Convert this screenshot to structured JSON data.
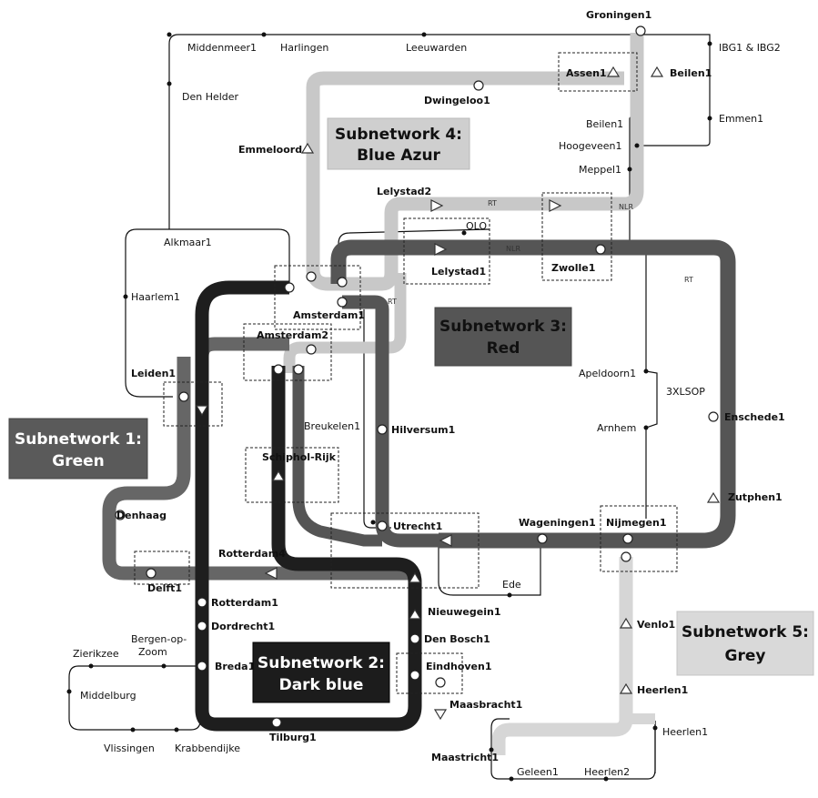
{
  "subnetworks": {
    "s1": {
      "line1": "Subnetwork 1:",
      "line2": "Green",
      "color": "#666666"
    },
    "s2": {
      "line1": "Subnetwork 2:",
      "line2": "Dark blue",
      "color": "#222222"
    },
    "s3": {
      "line1": "Subnetwork 3:",
      "line2": "Red",
      "color": "#555555"
    },
    "s4": {
      "line1": "Subnetwork 4:",
      "line2": "Blue Azur",
      "color": "#c8c8c8"
    },
    "s5": {
      "line1": "Subnetwork 5:",
      "line2": "Grey",
      "color": "#d6d6d6"
    }
  },
  "stations": {
    "groningen1": "Groningen1",
    "ibg": "IBG1 & IBG2",
    "middenmeer1": "Middenmeer1",
    "harlingen": "Harlingen",
    "leeuwarden": "Leeuwarden",
    "assen1": "Assen1",
    "beilen1_top": "Beilen1",
    "dwingeloo1": "Dwingeloo1",
    "den_helder": "Den Helder",
    "beilen1": "Beilen1",
    "emmen1": "Emmen1",
    "hoogeveen1": "Hoogeveen1",
    "emmeloord": "Emmeloord",
    "meppel1": "Meppel1",
    "lelystad2": "Lelystad2",
    "olo": "OLO",
    "alkmaar1": "Alkmaar1",
    "lelystad1": "Lelystad1",
    "zwolle1": "Zwolle1",
    "haarlem1": "Haarlem1",
    "amsterdam1": "Amsterdam1",
    "amsterdam2": "Amsterdam2",
    "leiden1": "Leiden1",
    "apeldoorn1": "Apeldoorn1",
    "xxlsop": "3XLSOP",
    "enschede1": "Enschede1",
    "breukelen1": "Breukelen1",
    "hilversum1": "Hilversum1",
    "arnhem": "Arnhem",
    "schiphol_rijk": "Schiphol-Rijk",
    "zutphen1": "Zutphen1",
    "denhaag": "Denhaag",
    "utrecht1": "Utrecht1",
    "wageningen1": "Wageningen1",
    "nijmegen1": "Nijmegen1",
    "rotterdam4": "Rotterdam4",
    "delft1": "Delft1",
    "ede": "Ede",
    "rotterdam1": "Rotterdam1",
    "nieuwegein1": "Nieuwegein1",
    "venlo1": "Venlo1",
    "dordrecht1": "Dordrecht1",
    "bergen_op_zoom": "Bergen-op-",
    "bergen_op_zoom2": "Zoom",
    "den_bosch1": "Den Bosch1",
    "zierikzee": "Zierikzee",
    "breda1": "Breda1",
    "eindhoven1": "Eindhoven1",
    "heerlen1_a": "Heerlen1",
    "middelburg": "Middelburg",
    "maasbracht1": "Maasbracht1",
    "heerlen1_b": "Heerlen1",
    "vlissingen": "Vlissingen",
    "krabbendijke": "Krabbendijke",
    "tilburg1": "Tilburg1",
    "maastricht1": "Maastricht1",
    "geleen1": "Geleen1",
    "heerlen2": "Heerlen2"
  },
  "link_tags": {
    "rt1": "RT",
    "nlr1": "NLR",
    "nlr2": "NLR",
    "rt2": "RT",
    "rt3": "RT"
  }
}
